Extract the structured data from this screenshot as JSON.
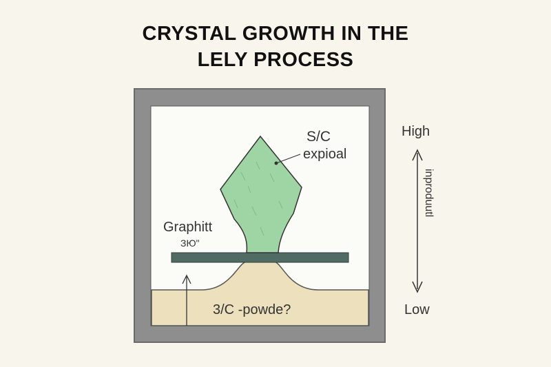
{
  "title": {
    "line1": "CRYSTAL GROWTH IN THE",
    "line2": "LELY PROCESS"
  },
  "labels": {
    "crystal_line1": "S/C",
    "crystal_line2": "expioal",
    "plate_line1": "Graphitt",
    "plate_line2": "ЗЮ\"",
    "powder": "3/C -powde?",
    "scale_high": "High",
    "scale_low": "Low",
    "scale_side": "inproduutl"
  },
  "colors": {
    "background": "#f8f6ec",
    "wall": "#8e8e8e",
    "crystal": "#9fd5a4",
    "plate": "#4f6b64",
    "powder": "#ede0bd"
  }
}
